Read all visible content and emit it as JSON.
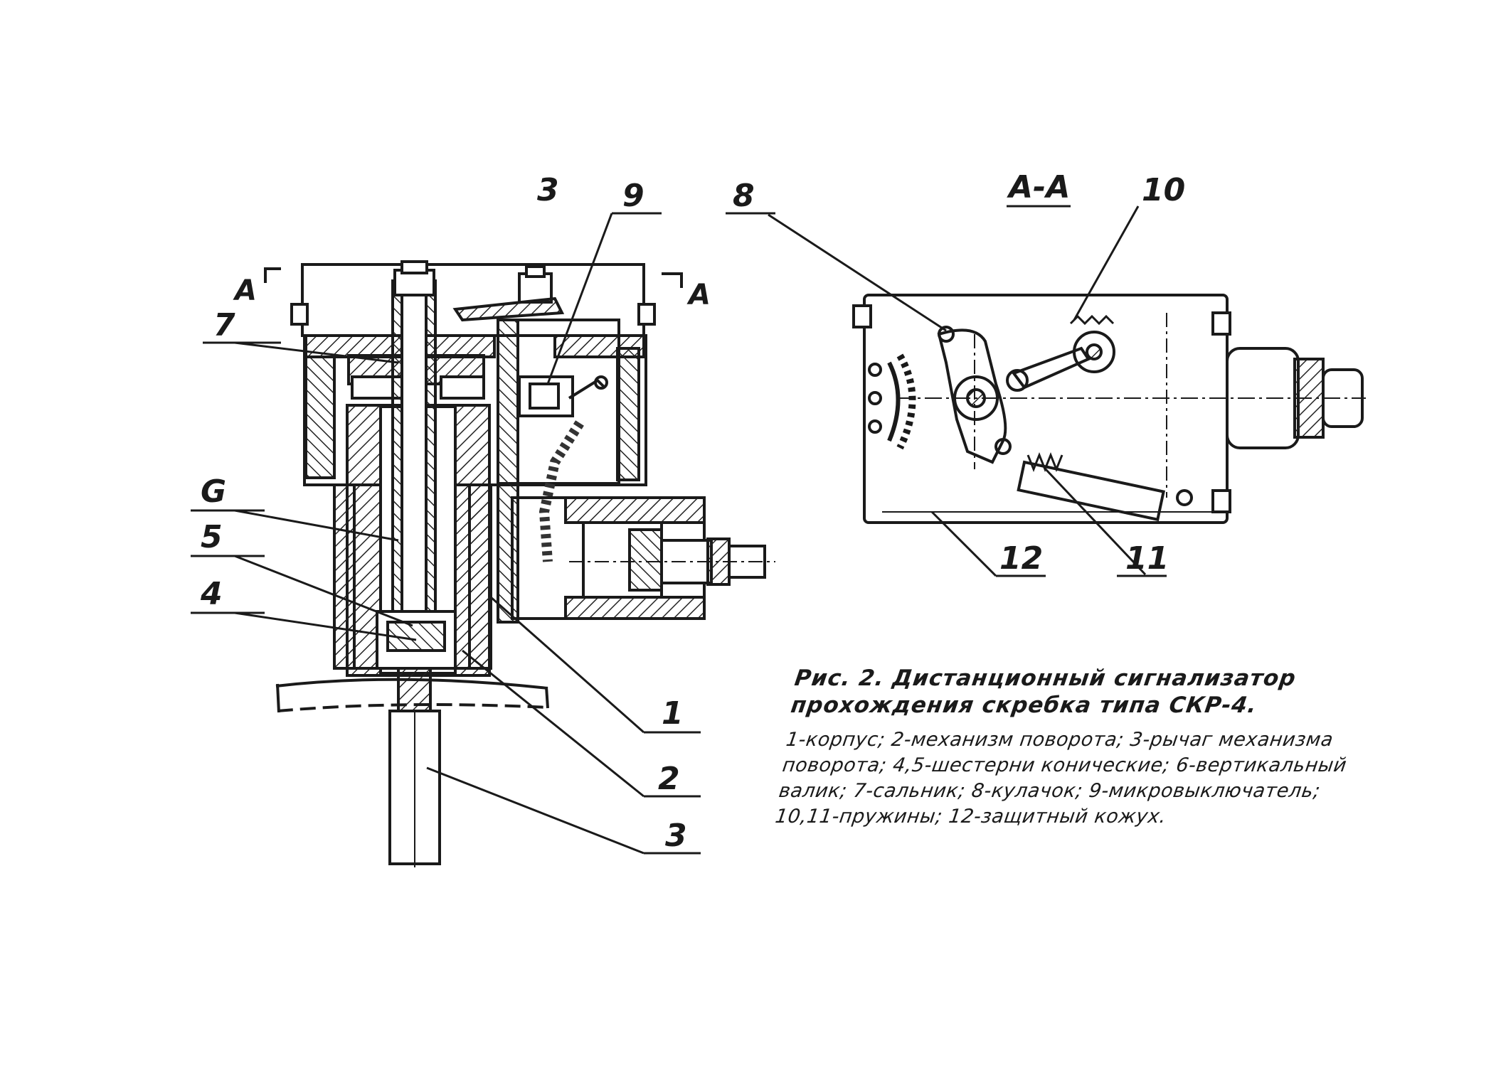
{
  "labels": {
    "l1": "1",
    "l2": "2",
    "l3_bottom": "3",
    "l3_top": "3",
    "l4": "4",
    "l5": "5",
    "l6": "G",
    "l7": "7",
    "l8": "8",
    "l9": "9",
    "l10": "10",
    "l11": "11",
    "l12": "12",
    "section_left": "A",
    "section_right": "A",
    "section_view": "A-A"
  },
  "caption": {
    "title": "Рис. 2. Дистанционный сигнализатор прохождения скребка типа СКР-4.",
    "legend": "1-корпус; 2-механизм поворота; 3-рычаг механизма поворота; 4,5-шестерни конические; 6-вертикальный валик; 7-сальник; 8-кулачок; 9-микровыключатель; 10,11-пружины; 12-защитный кожух."
  }
}
